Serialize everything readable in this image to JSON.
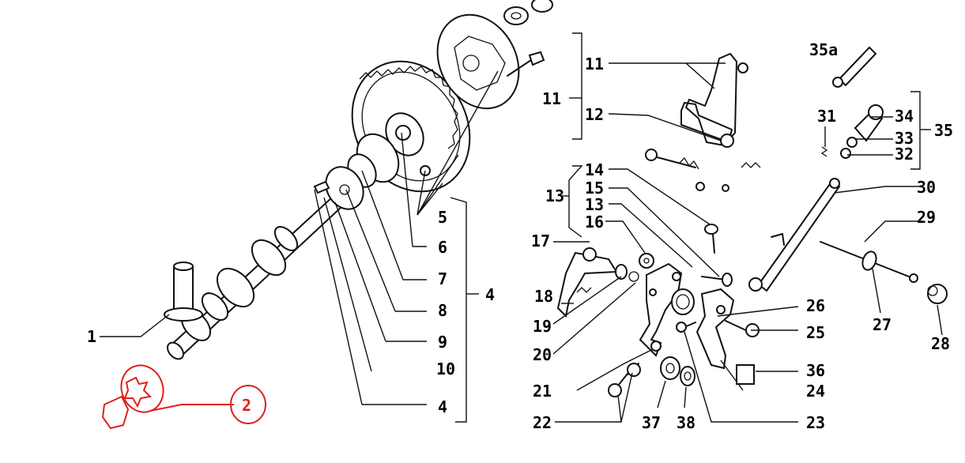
{
  "labels": {
    "l1": "1",
    "l2": "2",
    "l4a": "4",
    "l4b": "4",
    "l5": "5",
    "l6": "6",
    "l7": "7",
    "l8": "8",
    "l9": "9",
    "l10": "10",
    "l11a": "11",
    "l11b": "11",
    "l12": "12",
    "l13a": "13",
    "l13b": "13",
    "l14": "14",
    "l15": "15",
    "l16": "16",
    "l17": "17",
    "l18": "18",
    "l19": "19",
    "l20": "20",
    "l21": "21",
    "l22": "22",
    "l23": "23",
    "l24": "24",
    "l25": "25",
    "l26": "26",
    "l27": "27",
    "l28": "28",
    "l29": "29",
    "l30": "30",
    "l31": "31",
    "l32": "32",
    "l33": "33",
    "l34": "34",
    "l35": "35",
    "l35a": "35a",
    "l36": "36",
    "l37": "37",
    "l38": "38"
  },
  "colors": {
    "ink": "#111111",
    "highlight": "#e02020",
    "background": "#ffffff"
  }
}
